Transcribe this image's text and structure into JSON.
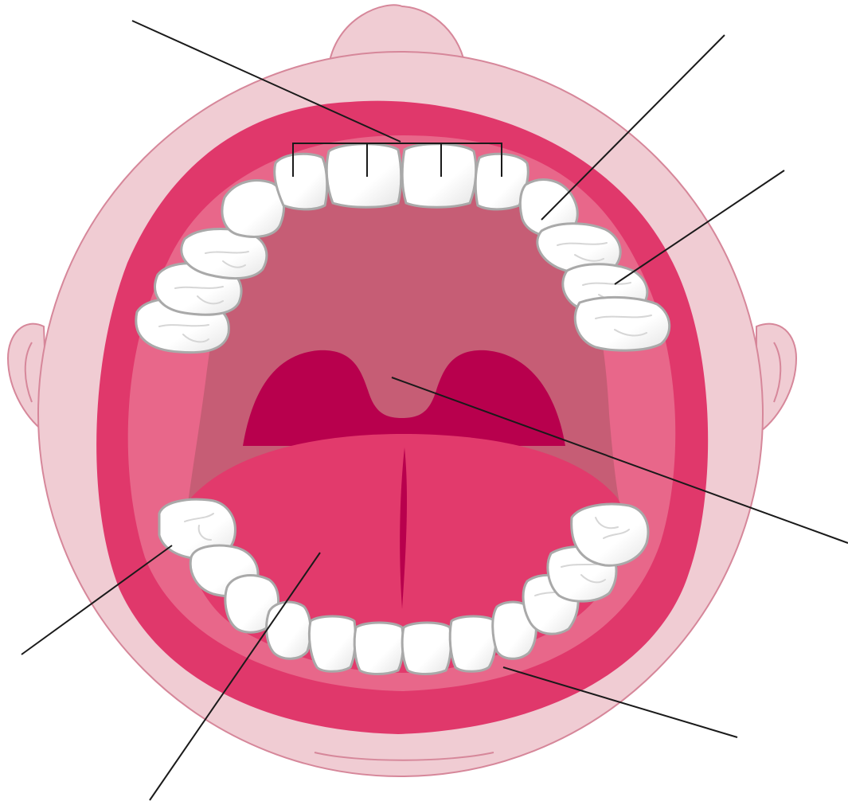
{
  "colors": {
    "skin": "#f0ccd3",
    "skin_outline": "#d6879a",
    "lip": "#e0386b",
    "gum": "#e8678a",
    "palate": "#c65d75",
    "uvula": "#b8004d",
    "tongue": "#e23a6c",
    "tongue_groove": "#b8004d",
    "tooth_fill": "#ffffff",
    "tooth_shade": "#e6e6e6",
    "tooth_outline": "#a9a9a9",
    "leader_line": "#1a1a1a"
  },
  "structures": [
    "face",
    "ears",
    "lips",
    "gums",
    "hard-palate",
    "uvula",
    "tongue",
    "upper-teeth",
    "lower-teeth"
  ],
  "labels": {
    "incisors": "",
    "canine": "",
    "premolars": "",
    "uvula": "",
    "molars": "",
    "tongue": "",
    "gums": ""
  }
}
